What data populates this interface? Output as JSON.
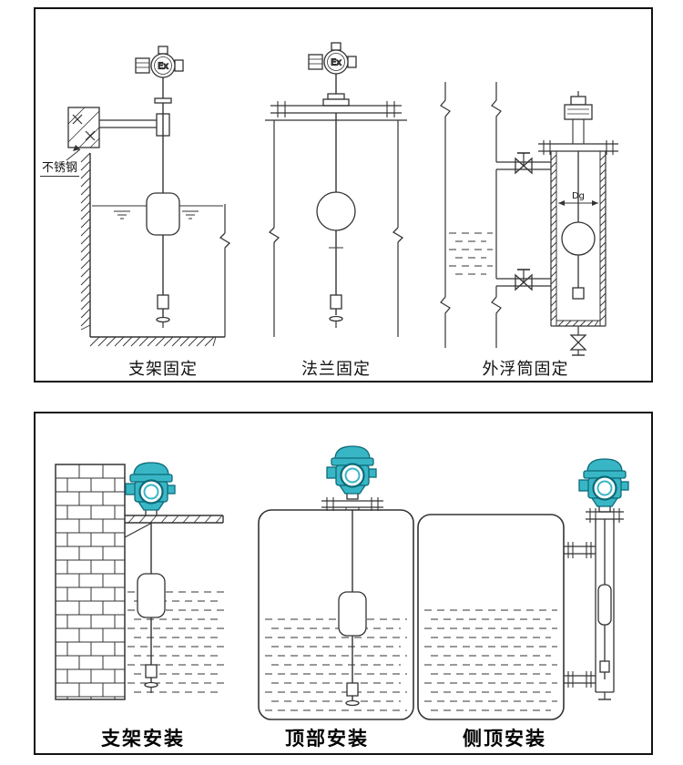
{
  "top_panel": {
    "figures": [
      {
        "caption": "支架固定"
      },
      {
        "caption": "法兰固定"
      },
      {
        "caption": "外浮筒固定"
      }
    ],
    "annotations": {
      "stainless_steel": "不锈钢",
      "ex_mark": "Ex",
      "dg_mark": "Dg"
    }
  },
  "bottom_panel": {
    "figures": [
      {
        "caption": "支架安装"
      },
      {
        "caption": "顶部安装"
      },
      {
        "caption": "侧顶安装"
      }
    ]
  },
  "colors": {
    "line": "#333333",
    "panel_border": "#121212",
    "instrument_fill": "#38b6c6",
    "instrument_dark": "#0d6b78"
  }
}
